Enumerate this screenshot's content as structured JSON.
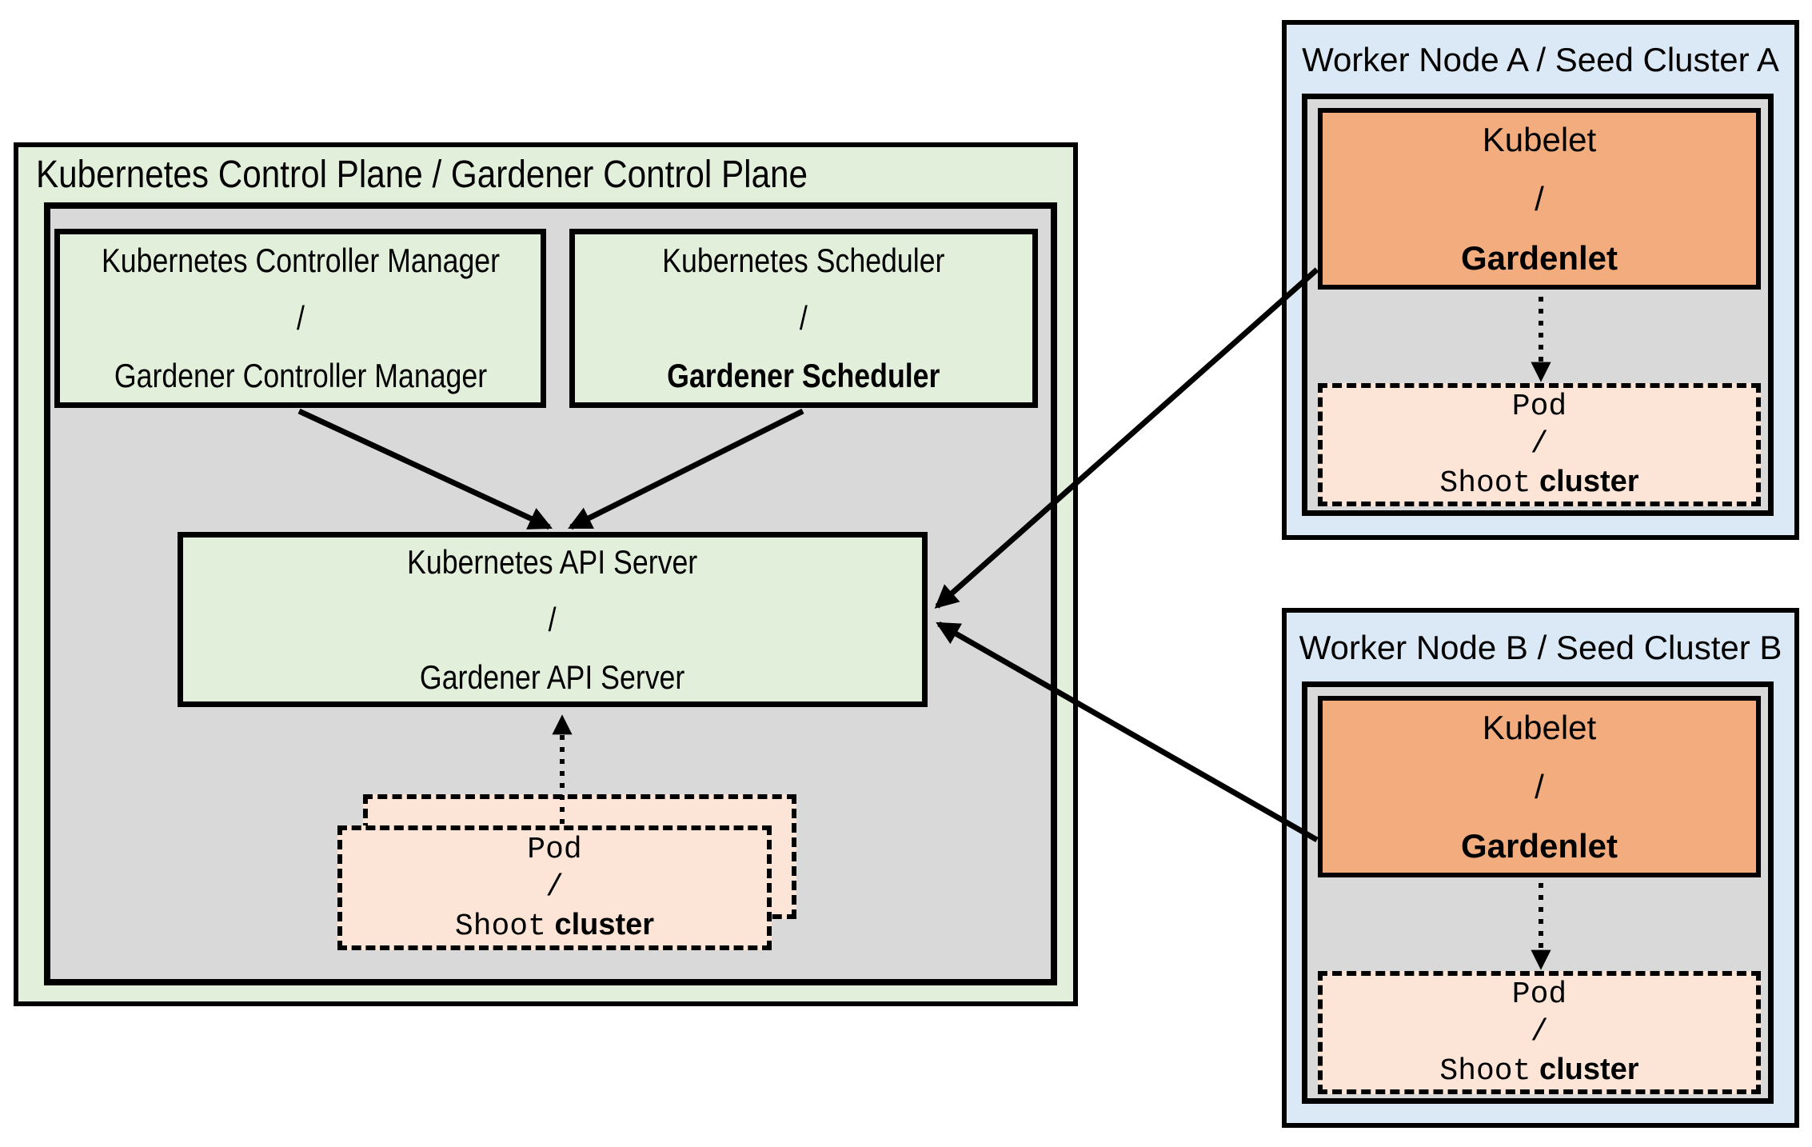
{
  "colors": {
    "control_plane_bg": "#E2EFDA",
    "component_bg": "#E2EFDA",
    "inner_bg": "#D9D9D9",
    "worker_node_bg": "#DBE8F6",
    "kubelet_bg": "#F2AC7D",
    "pod_bg": "#FCE4D6",
    "border": "#000000"
  },
  "control_plane": {
    "title": "Kubernetes Control Plane / Gardener Control Plane",
    "controller_manager": {
      "line1": "Kubernetes Controller Manager",
      "separator": "/",
      "line2": "Gardener Controller Manager"
    },
    "scheduler": {
      "line1": "Kubernetes Scheduler",
      "separator": "/",
      "line2": "Gardener Scheduler"
    },
    "api_server": {
      "line1": "Kubernetes API Server",
      "separator": "/",
      "line2": "Gardener API Server"
    },
    "pod": {
      "line1": "Pod",
      "separator": "/",
      "line2_mono": "Shoot",
      "line2_sans": "cluster"
    }
  },
  "worker_node_a": {
    "title": "Worker Node A / Seed Cluster A",
    "kubelet": {
      "line1": "Kubelet",
      "separator": "/",
      "line2": "Gardenlet"
    },
    "pod": {
      "line1": "Pod",
      "separator": "/",
      "line2_mono": "Shoot",
      "line2_sans": "cluster"
    }
  },
  "worker_node_b": {
    "title": "Worker Node B / Seed Cluster B",
    "kubelet": {
      "line1": "Kubelet",
      "separator": "/",
      "line2": "Gardenlet"
    },
    "pod": {
      "line1": "Pod",
      "separator": "/",
      "line2_mono": "Shoot",
      "line2_sans": "cluster"
    }
  }
}
